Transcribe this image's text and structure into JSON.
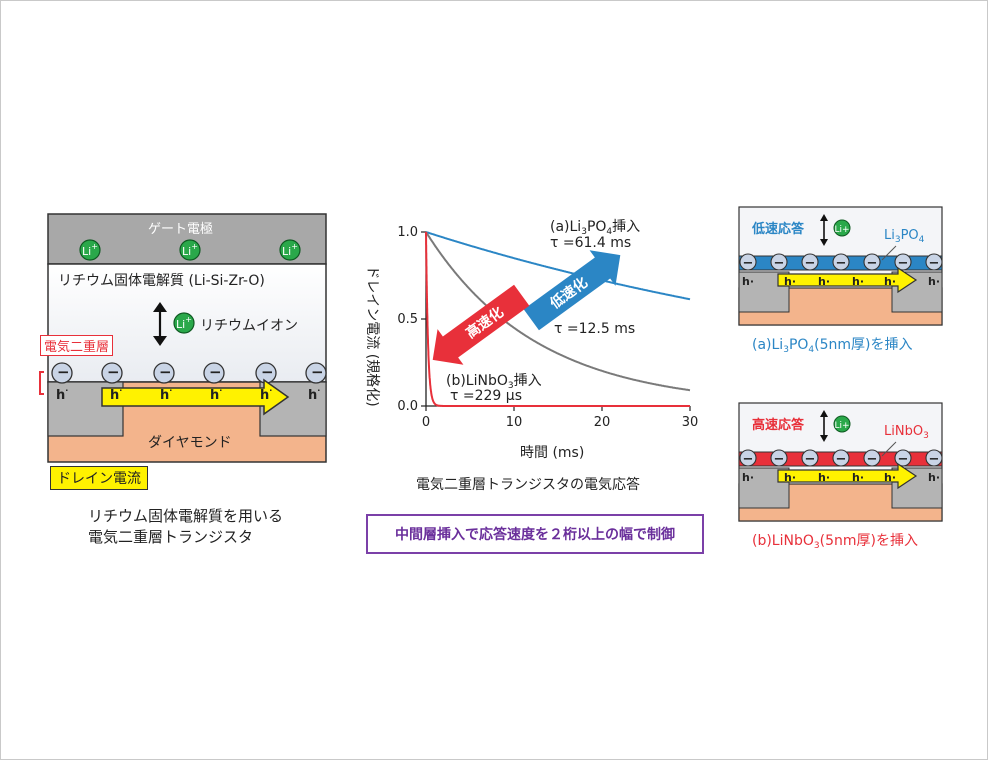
{
  "left_panel": {
    "gate": "ゲート電極",
    "ion_symbol": "Li",
    "ion_charge": "+",
    "electrolyte": "リチウム固体電解質 (Li-Si-Zr-O)",
    "ion_label": "リチウムイオン",
    "edl_label": "電気二重層",
    "negative_symbol": "−",
    "hole_symbol": "h",
    "hole_dot": "·",
    "diamond": "ダイヤモンド",
    "drain_current": "ドレイン電流",
    "caption_line1": "リチウム固体電解質を用いる",
    "caption_line2": "電気二重層トランジスタ"
  },
  "chart_data": {
    "type": "line",
    "title": "電気二重層トランジスタの電気応答",
    "xlabel": "時間 (ms)",
    "ylabel": "ドレイン電流 (規格化)",
    "xlim": [
      0,
      30
    ],
    "ylim": [
      0,
      1.0
    ],
    "x_ticks": [
      "0",
      "10",
      "20",
      "30"
    ],
    "y_ticks": [
      "0.0",
      "0.5",
      "1.0"
    ],
    "series": [
      {
        "name": "(a)Li3PO4挿入",
        "tau_ms": 61.4,
        "tau_label": "τ =61.4 ms",
        "color": "#2b86c5"
      },
      {
        "name": "",
        "tau_ms": 12.5,
        "tau_label": "τ =12.5 ms",
        "color": "#7a7a7a"
      },
      {
        "name": "(b)LiNbO3挿入",
        "tau_ms": 0.229,
        "tau_label": "τ =229 μs",
        "color": "#e8303a"
      }
    ],
    "annotations": {
      "label_a_prefix": "(a)Li",
      "label_a_sub1": "3",
      "label_a_mid": "PO",
      "label_a_sub2": "4",
      "label_a_suffix": "挿入",
      "label_b_prefix": "(b)LiNbO",
      "label_b_sub": "3",
      "label_b_suffix": "挿入",
      "slow_arrow": "低速化",
      "fast_arrow": "高速化"
    }
  },
  "banner": "中間層挿入で応答速度を２桁以上の幅で制御",
  "right_top": {
    "badge": "低速応答",
    "layer_prefix": "Li",
    "layer_sub1": "3",
    "layer_mid": "PO",
    "layer_sub2": "4",
    "caption_prefix": "(a)Li",
    "caption_sub1": "3",
    "caption_mid": "PO",
    "caption_sub2": "4",
    "caption_suffix": "(5nm厚)を挿入",
    "color": "#2b86c5"
  },
  "right_bottom": {
    "badge": "高速応答",
    "layer_prefix": "LiNbO",
    "layer_sub": "3",
    "caption_prefix": "(b)LiNbO",
    "caption_sub": "3",
    "caption_suffix": "(5nm厚)を挿入",
    "color": "#e8303a"
  }
}
